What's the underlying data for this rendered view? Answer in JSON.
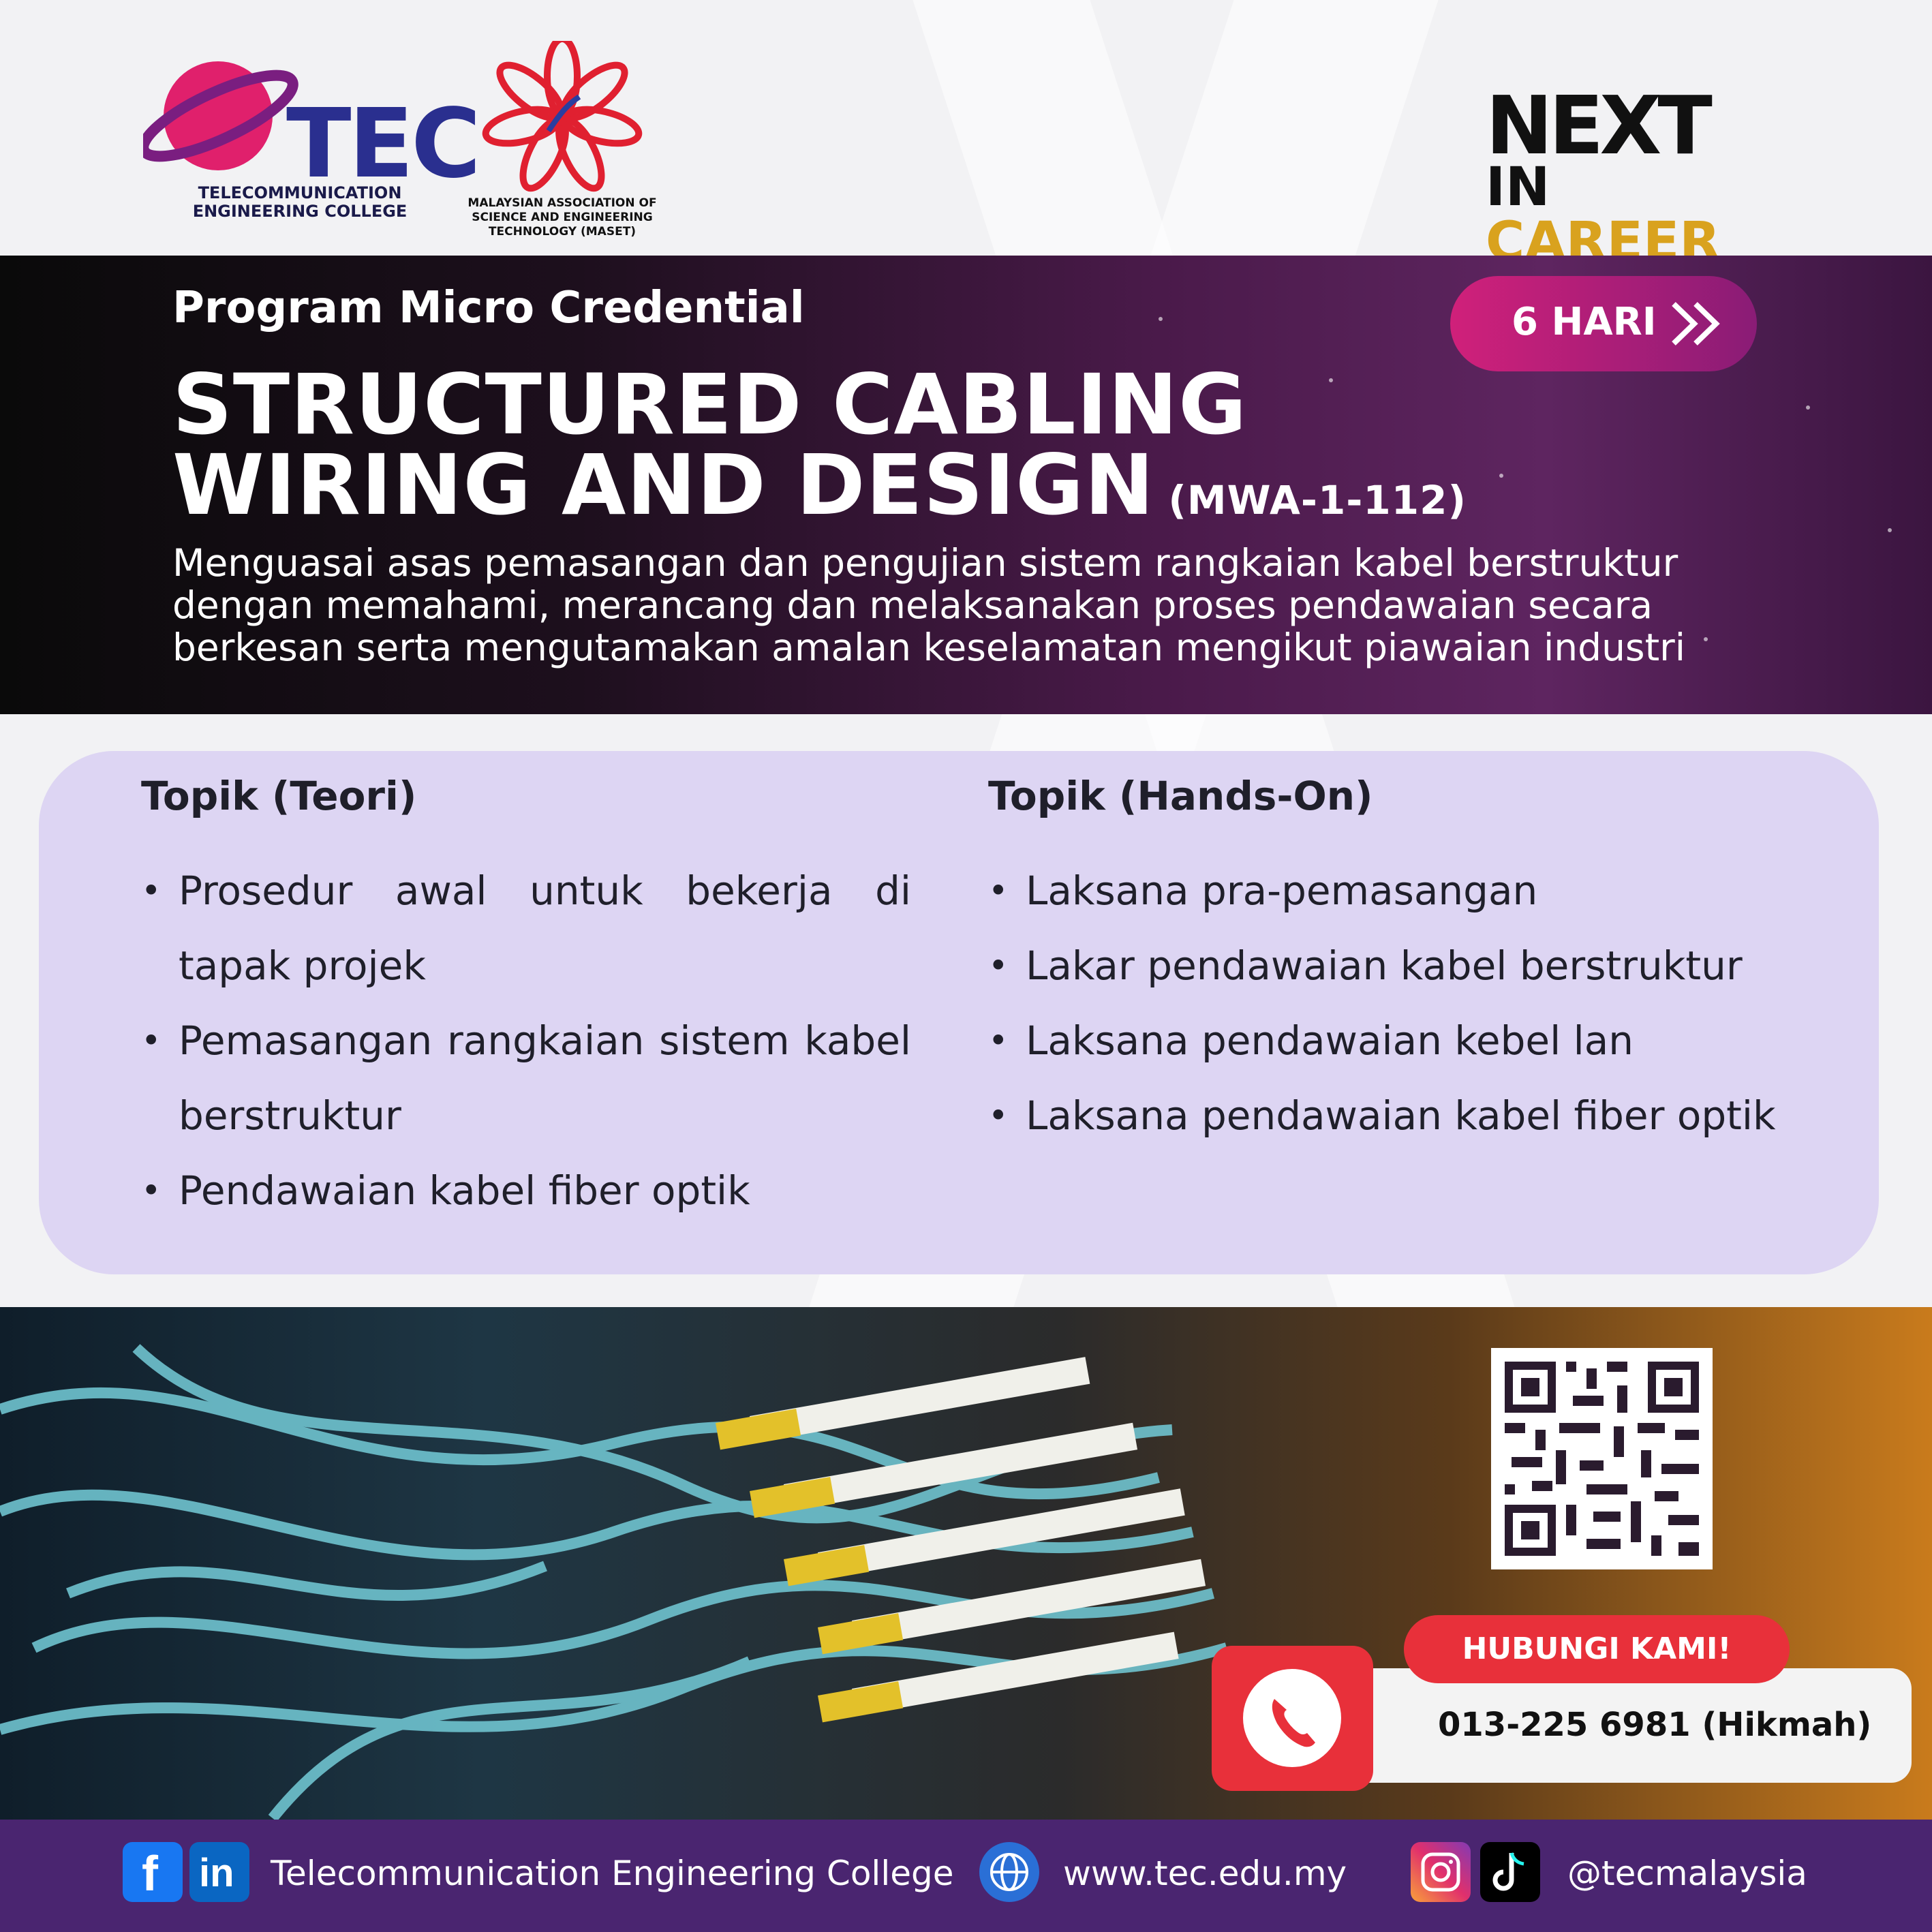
{
  "header": {
    "tec_logo_text": "TEC",
    "tec_subtitle": "TELECOMMUNICATION ENGINEERING COLLEGE",
    "maset_subtitle": "MALAYSIAN ASSOCIATION OF SCIENCE AND ENGINEERING TECHNOLOGY (MASET)",
    "next_word": "NEXT",
    "in_word": "IN",
    "career_word": "CAREER"
  },
  "band": {
    "program": "Program Micro Credential",
    "duration": "6 HARI",
    "title_line1": "STRUCTURED CABLING",
    "title_line2": "WIRING AND DESIGN",
    "code": "(MWA-1-112)",
    "description": "Menguasai asas pemasangan dan pengujian sistem rangkaian kabel berstruktur dengan memahami, merancang dan melaksanakan proses pendawaian secara berkesan serta mengutamakan amalan keselamatan mengikut piawaian industri"
  },
  "topics": {
    "teori_title": "Topik (Teori)",
    "teori_items": [
      "Prosedur awal untuk bekerja di tapak projek",
      "Pemasangan rangkaian sistem kabel berstruktur",
      "Pendawaian kabel fiber optik"
    ],
    "hands_title": "Topik (Hands-On)",
    "hands_items": [
      "Laksana pra-pemasangan",
      "Lakar pendawaian kabel berstruktur",
      "Laksana pendawaian kebel lan",
      "Laksana pendawaian kabel fiber optik"
    ]
  },
  "contact": {
    "cta": "HUBUNGI KAMI!",
    "phone": "013-225 6981 (Hikmah)"
  },
  "footer": {
    "college": "Telecommunication Engineering College",
    "website": "www.tec.edu.my",
    "handle": "@tecmalaysia"
  },
  "colors": {
    "band_accent": "#5e2560",
    "pill_pink": "#d0207a",
    "panel_lavender": "#ddd5f3",
    "contact_red": "#e8303a",
    "footer_purple": "#4a2570"
  }
}
